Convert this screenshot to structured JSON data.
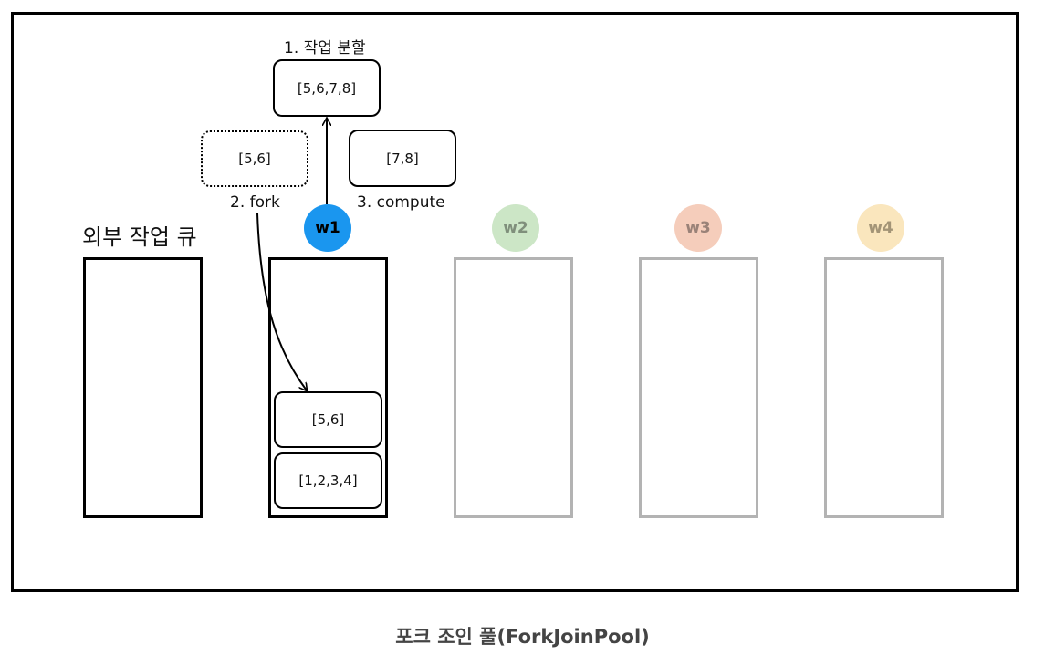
{
  "diagram": {
    "external_queue_label": "외부 작업 큐",
    "steps": {
      "split": "1. 작업 분할",
      "fork": "2. fork",
      "compute": "3. compute"
    },
    "tasks": {
      "split_parent": "[5,6,7,8]",
      "forked_left": "[5,6]",
      "compute_right": "[7,8]",
      "queued_top": "[5,6]",
      "queued_bottom": "[1,2,3,4]"
    },
    "workers": [
      {
        "label": "w1",
        "color": "#1a96ef",
        "text_color": "#000000",
        "active": true
      },
      {
        "label": "w2",
        "color": "#cce6c6",
        "text_color": "#7f8f7b",
        "active": false
      },
      {
        "label": "w3",
        "color": "#f5cdbb",
        "text_color": "#9a8278",
        "active": false
      },
      {
        "label": "w4",
        "color": "#fae6bd",
        "text_color": "#a39476",
        "active": false
      }
    ],
    "caption": "포크 조인 풀(ForkJoinPool)"
  }
}
